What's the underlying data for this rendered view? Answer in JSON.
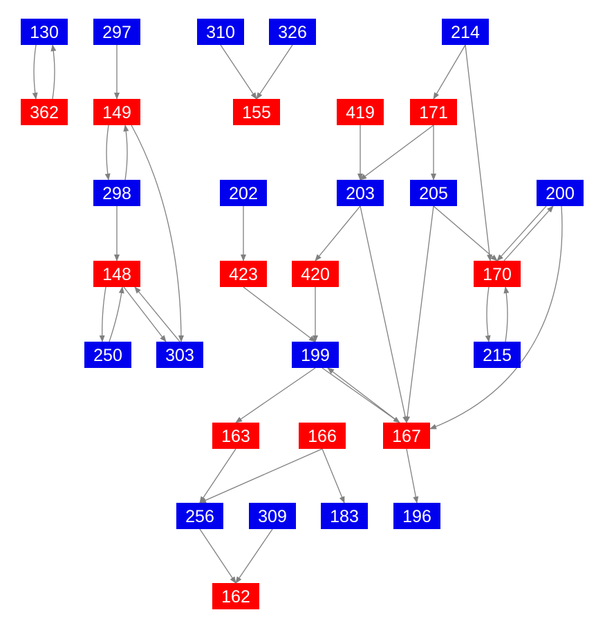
{
  "graph": {
    "colors": {
      "red": "#ff0000",
      "blue": "#0000ee",
      "edge": "#808080",
      "label": "#ffffff"
    },
    "nodes": [
      {
        "id": "n130",
        "label": "130",
        "color": "blue"
      },
      {
        "id": "n297",
        "label": "297",
        "color": "blue"
      },
      {
        "id": "n310",
        "label": "310",
        "color": "blue"
      },
      {
        "id": "n326",
        "label": "326",
        "color": "blue"
      },
      {
        "id": "n214",
        "label": "214",
        "color": "blue"
      },
      {
        "id": "n362",
        "label": "362",
        "color": "red"
      },
      {
        "id": "n149",
        "label": "149",
        "color": "red"
      },
      {
        "id": "n155",
        "label": "155",
        "color": "red"
      },
      {
        "id": "n419",
        "label": "419",
        "color": "red"
      },
      {
        "id": "n171",
        "label": "171",
        "color": "red"
      },
      {
        "id": "n298",
        "label": "298",
        "color": "blue"
      },
      {
        "id": "n202",
        "label": "202",
        "color": "blue"
      },
      {
        "id": "n203",
        "label": "203",
        "color": "blue"
      },
      {
        "id": "n205",
        "label": "205",
        "color": "blue"
      },
      {
        "id": "n200",
        "label": "200",
        "color": "blue"
      },
      {
        "id": "n148",
        "label": "148",
        "color": "red"
      },
      {
        "id": "n423",
        "label": "423",
        "color": "red"
      },
      {
        "id": "n420",
        "label": "420",
        "color": "red"
      },
      {
        "id": "n170",
        "label": "170",
        "color": "red"
      },
      {
        "id": "n250",
        "label": "250",
        "color": "blue"
      },
      {
        "id": "n303",
        "label": "303",
        "color": "blue"
      },
      {
        "id": "n199",
        "label": "199",
        "color": "blue"
      },
      {
        "id": "n215",
        "label": "215",
        "color": "blue"
      },
      {
        "id": "n163",
        "label": "163",
        "color": "red"
      },
      {
        "id": "n166",
        "label": "166",
        "color": "red"
      },
      {
        "id": "n167",
        "label": "167",
        "color": "red"
      },
      {
        "id": "n256",
        "label": "256",
        "color": "blue"
      },
      {
        "id": "n309",
        "label": "309",
        "color": "blue"
      },
      {
        "id": "n183",
        "label": "183",
        "color": "blue"
      },
      {
        "id": "n196",
        "label": "196",
        "color": "blue"
      },
      {
        "id": "n162",
        "label": "162",
        "color": "red"
      }
    ],
    "edges": [
      {
        "from": "n130",
        "to": "n362"
      },
      {
        "from": "n362",
        "to": "n130"
      },
      {
        "from": "n297",
        "to": "n149"
      },
      {
        "from": "n310",
        "to": "n155"
      },
      {
        "from": "n326",
        "to": "n155"
      },
      {
        "from": "n214",
        "to": "n171"
      },
      {
        "from": "n214",
        "to": "n170"
      },
      {
        "from": "n149",
        "to": "n298"
      },
      {
        "from": "n298",
        "to": "n149"
      },
      {
        "from": "n149",
        "to": "n303"
      },
      {
        "from": "n419",
        "to": "n203"
      },
      {
        "from": "n171",
        "to": "n203"
      },
      {
        "from": "n171",
        "to": "n205"
      },
      {
        "from": "n298",
        "to": "n148"
      },
      {
        "from": "n202",
        "to": "n423"
      },
      {
        "from": "n203",
        "to": "n420"
      },
      {
        "from": "n203",
        "to": "n167"
      },
      {
        "from": "n205",
        "to": "n170"
      },
      {
        "from": "n205",
        "to": "n167"
      },
      {
        "from": "n200",
        "to": "n170"
      },
      {
        "from": "n170",
        "to": "n200"
      },
      {
        "from": "n200",
        "to": "n167"
      },
      {
        "from": "n148",
        "to": "n250"
      },
      {
        "from": "n250",
        "to": "n148"
      },
      {
        "from": "n148",
        "to": "n303"
      },
      {
        "from": "n303",
        "to": "n148"
      },
      {
        "from": "n423",
        "to": "n199"
      },
      {
        "from": "n420",
        "to": "n199"
      },
      {
        "from": "n170",
        "to": "n215"
      },
      {
        "from": "n215",
        "to": "n170"
      },
      {
        "from": "n199",
        "to": "n163"
      },
      {
        "from": "n199",
        "to": "n167"
      },
      {
        "from": "n167",
        "to": "n199"
      },
      {
        "from": "n163",
        "to": "n256"
      },
      {
        "from": "n166",
        "to": "n256"
      },
      {
        "from": "n166",
        "to": "n183"
      },
      {
        "from": "n167",
        "to": "n196"
      },
      {
        "from": "n256",
        "to": "n162"
      },
      {
        "from": "n309",
        "to": "n162"
      }
    ]
  }
}
